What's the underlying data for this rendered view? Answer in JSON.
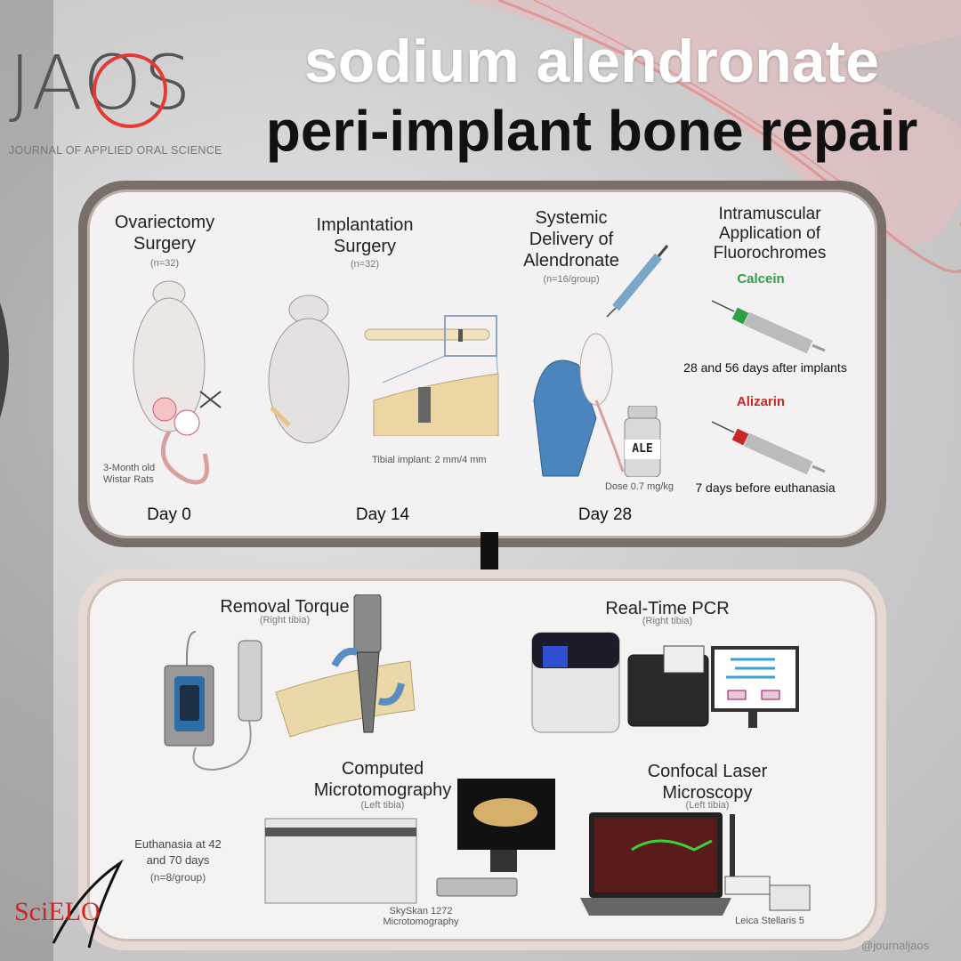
{
  "header": {
    "logo": "JAOS",
    "logo_subtitle": "JOURNAL OF APPLIED ORAL SCIENCE",
    "title_line1": "sodium alendronate",
    "title_line2": "peri-implant bone repair"
  },
  "timeline": {
    "steps": [
      {
        "title_l1": "Ovariectomy",
        "title_l2": "Surgery",
        "n": "(n=32)",
        "day": "Day 0",
        "note_l1": "3-Month old",
        "note_l2": "Wistar Rats"
      },
      {
        "title_l1": "Implantation",
        "title_l2": "Surgery",
        "n": "(n=32)",
        "day": "Day 14",
        "note": "Tibial implant: 2 mm/4 mm"
      },
      {
        "title_l1": "Systemic",
        "title_l2": "Delivery of",
        "title_l3": "Alendronate",
        "n": "(n=16/group)",
        "day": "Day 28",
        "bottle_label": "ALE",
        "dose": "Dose 0.7 mg/kg"
      },
      {
        "title_l1": "Intramuscular",
        "title_l2": "Application of",
        "title_l3": "Fluorochromes",
        "calcein": "Calcein",
        "calcein_timing": "28 and 56 days after implants",
        "alizarin": "Alizarin",
        "alizarin_timing": "7 days before euthanasia"
      }
    ]
  },
  "analysis": {
    "torque": {
      "title": "Removal Torque",
      "sub": "(Right tibia)"
    },
    "pcr": {
      "title": "Real-Time PCR",
      "sub": "(Right tibia)"
    },
    "microct": {
      "title_l1": "Computed",
      "title_l2": "Microtomography",
      "sub": "(Left tibia)",
      "device_l1": "SkySkan 1272",
      "device_l2": "Microtomography"
    },
    "confocal": {
      "title_l1": "Confocal Laser",
      "title_l2": "Microscopy",
      "sub": "(Left tibia)",
      "device": "Leica Stellaris 5"
    },
    "euthanasia": {
      "line1": "Euthanasia at 42",
      "line2": "and 70 days",
      "n": "(n=8/group)"
    }
  },
  "footer": {
    "scielo": "SciELO",
    "handle": "@journaljaos"
  },
  "colors": {
    "calcein": "#2ea043",
    "alizarin": "#c62828",
    "red_accent": "#e53935"
  }
}
